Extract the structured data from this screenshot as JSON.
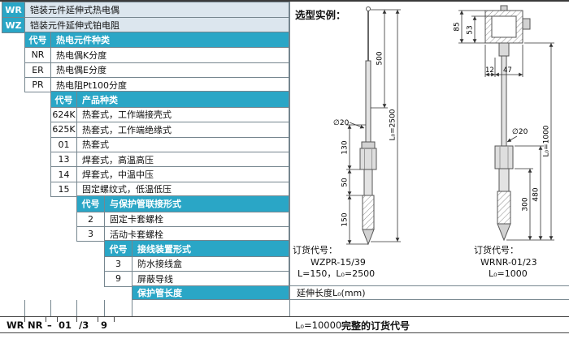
{
  "page": {
    "top_rows": [
      {
        "code": "WR",
        "label": "铠装元件延伸式热电偶"
      },
      {
        "code": "WZ",
        "label": "铠装元件延伸式铂电阻"
      }
    ]
  },
  "tables": {
    "element_type": {
      "code_header": "代号",
      "label_header": "热电元件种类",
      "rows": [
        {
          "code": "NR",
          "label": "热电偶K分度"
        },
        {
          "code": "ER",
          "label": "热电偶E分度"
        },
        {
          "code": "PR",
          "label": "热电阻Pt100分度"
        }
      ]
    },
    "product_type": {
      "code_header": "代号",
      "label_header": "产品种类",
      "rows": [
        {
          "code": "624K",
          "label": "热套式，工作端接壳式"
        },
        {
          "code": "625K",
          "label": "热套式，工作端绝缘式"
        },
        {
          "code": "01",
          "label": "热套式"
        },
        {
          "code": "13",
          "label": "焊套式，高温高压"
        },
        {
          "code": "14",
          "label": "焊套式，中温中压"
        },
        {
          "code": "15",
          "label": "固定螺纹式，低温低压"
        }
      ]
    },
    "connection_type": {
      "code_header": "代号",
      "label_header": "与保护管联接形式",
      "rows": [
        {
          "code": "2",
          "label": "固定卡套螺栓"
        },
        {
          "code": "3",
          "label": "活动卡套螺栓"
        }
      ]
    },
    "terminal_type": {
      "code_header": "代号",
      "label_header": "接线装置形式",
      "rows": [
        {
          "code": "3",
          "label": "防水接线盒"
        },
        {
          "code": "9",
          "label": "屏蔽导线"
        }
      ]
    },
    "tube_length": {
      "header": "保护管长度",
      "value": "延伸长度L₀(mm)"
    }
  },
  "example_panel": {
    "title": "选型实例：",
    "left_drawing": {
      "dim_500": "500",
      "dim_total": "L₀=2500",
      "dim_diameter": "∅20",
      "dim_130": "130",
      "dim_50": "50",
      "dim_150": "150",
      "order_label": "订货代号：",
      "order_code": "WZPR-15/39",
      "order_detail": "L=150，L₀=2500"
    },
    "right_drawing": {
      "dim_85": "85",
      "dim_53": "53",
      "dim_12": "12",
      "dim_47": "47",
      "dim_total": "L₀=1000",
      "dim_diameter": "∅20",
      "dim_300": "300",
      "dim_480": "480",
      "order_label": "订货代号：",
      "order_code": "WRNR-01/23",
      "order_detail": "L₀=1000"
    }
  },
  "bottom_bar": {
    "codes": [
      "WR",
      "NR",
      "–",
      "01",
      "/3",
      "9"
    ],
    "length_value": "L₀=10000",
    "label": "完整的订货代号"
  },
  "colors": {
    "accent": "#2aa6c6",
    "light_row": "#dce6ee"
  }
}
